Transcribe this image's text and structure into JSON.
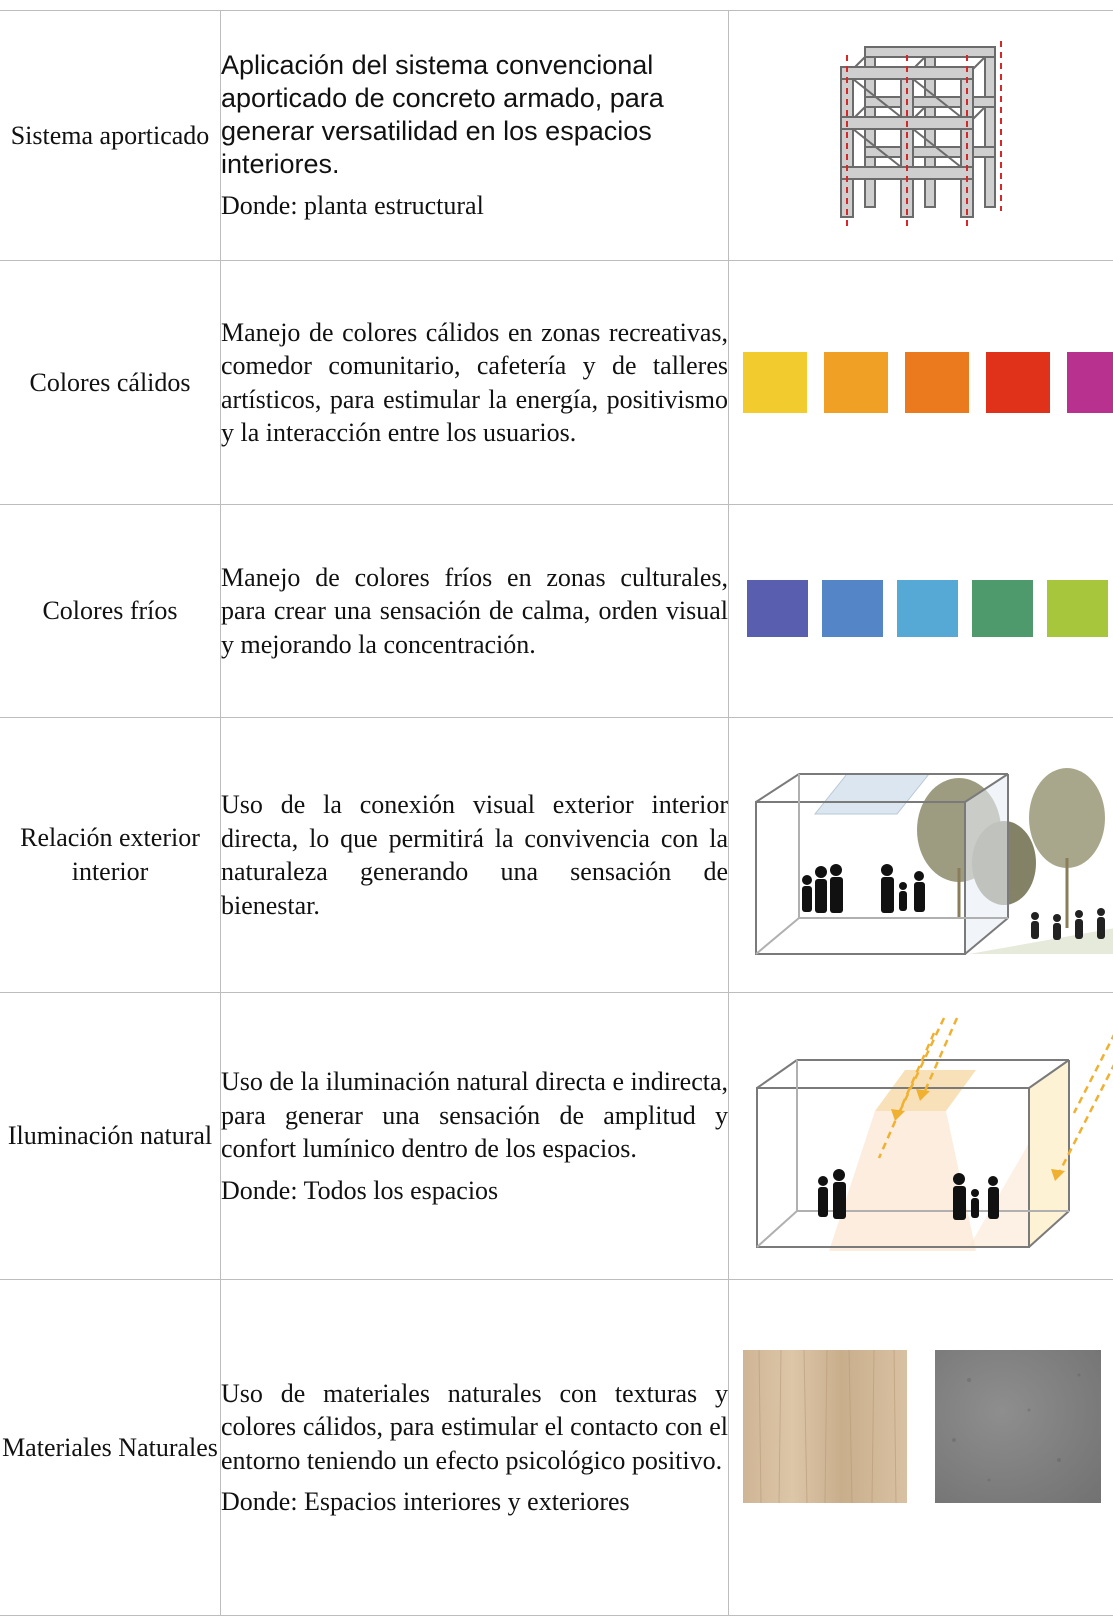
{
  "rows": [
    {
      "label": "Sistema aporticado",
      "description": "Aplicación del sistema convencional aporticado de concreto armado, para generar versatilidad en los espacios interiores.",
      "where": "Donde: planta estructural",
      "illustration": "concrete-frame-icon"
    },
    {
      "label": "Colores cálidos",
      "description": "Manejo de colores cálidos en zonas recreativas, comedor comunitario, cafetería y de talleres artísticos, para estimular la energía, positivismo y la interacción entre los usuarios.",
      "swatches": [
        "#f2cc2e",
        "#f0a025",
        "#eb7a1e",
        "#e0321a",
        "#b8318f"
      ]
    },
    {
      "label": "Colores fríos",
      "description": "Manejo de colores fríos en zonas culturales, para crear una sensación de calma, orden visual y mejorando la concentración.",
      "swatches": [
        "#5a5eae",
        "#5485c7",
        "#56a9d4",
        "#4f9a6c",
        "#a8c63c"
      ]
    },
    {
      "label": "Relación exterior interior",
      "description": "Uso de la conexión visual exterior interior directa, lo que permitirá la convivencia con la naturaleza generando una sensación de bienestar.",
      "illustration": "box-with-trees-and-people"
    },
    {
      "label": "Iluminación natural",
      "description": "Uso de la iluminación natural directa e indirecta, para generar una sensación de amplitud y confort lumínico dentro de los espacios.",
      "where": "Donde: Todos los espacios",
      "illustration": "box-with-sunlight-rays"
    },
    {
      "label": "Materiales Naturales",
      "description": "Uso de materiales naturales con texturas y colores cálidos, para estimular el contacto con el entorno teniendo un efecto psicológico positivo.",
      "where": "Donde: Espacios interiores y exteriores",
      "materials": [
        "wood-texture",
        "concrete-texture"
      ]
    }
  ]
}
